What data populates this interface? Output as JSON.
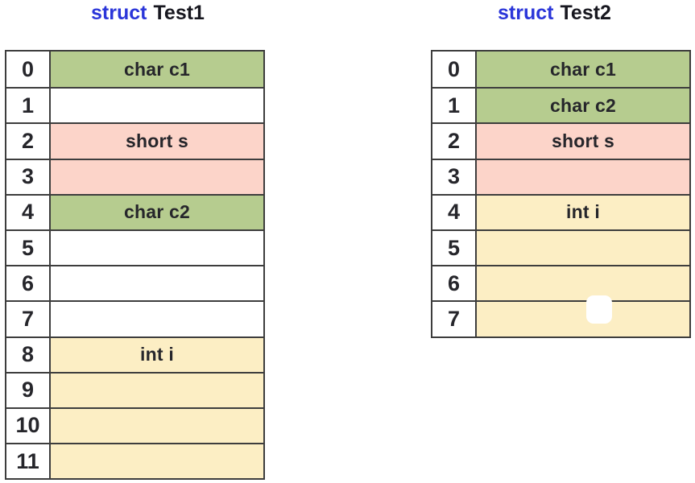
{
  "colors": {
    "green": "#b6cc8f",
    "pink": "#fcd4c9",
    "yellow": "#fceec4",
    "white": "#ffffff",
    "border": "#3d3d3d",
    "keyword": "#2b36d9",
    "title_text": "#17171f",
    "cell_text": "#26262b"
  },
  "tables": [
    {
      "title_keyword": "struct",
      "title_name": "Test1",
      "rows": [
        {
          "offset": "0",
          "label": "char c1",
          "color": "green"
        },
        {
          "offset": "1",
          "label": "",
          "color": "white"
        },
        {
          "offset": "2",
          "label": "short s",
          "color": "pink"
        },
        {
          "offset": "3",
          "label": "",
          "color": "pink"
        },
        {
          "offset": "4",
          "label": "char c2",
          "color": "green"
        },
        {
          "offset": "5",
          "label": "",
          "color": "white"
        },
        {
          "offset": "6",
          "label": "",
          "color": "white"
        },
        {
          "offset": "7",
          "label": "",
          "color": "white"
        },
        {
          "offset": "8",
          "label": "int i",
          "color": "yellow"
        },
        {
          "offset": "9",
          "label": "",
          "color": "yellow"
        },
        {
          "offset": "10",
          "label": "",
          "color": "yellow"
        },
        {
          "offset": "11",
          "label": "",
          "color": "yellow"
        }
      ]
    },
    {
      "title_keyword": "struct",
      "title_name": "Test2",
      "rows": [
        {
          "offset": "0",
          "label": "char c1",
          "color": "green"
        },
        {
          "offset": "1",
          "label": "char c2",
          "color": "green"
        },
        {
          "offset": "2",
          "label": "short s",
          "color": "pink"
        },
        {
          "offset": "3",
          "label": "",
          "color": "pink"
        },
        {
          "offset": "4",
          "label": "int i",
          "color": "yellow"
        },
        {
          "offset": "5",
          "label": "",
          "color": "yellow"
        },
        {
          "offset": "6",
          "label": "",
          "color": "yellow"
        },
        {
          "offset": "7",
          "label": "",
          "color": "yellow"
        }
      ]
    }
  ]
}
